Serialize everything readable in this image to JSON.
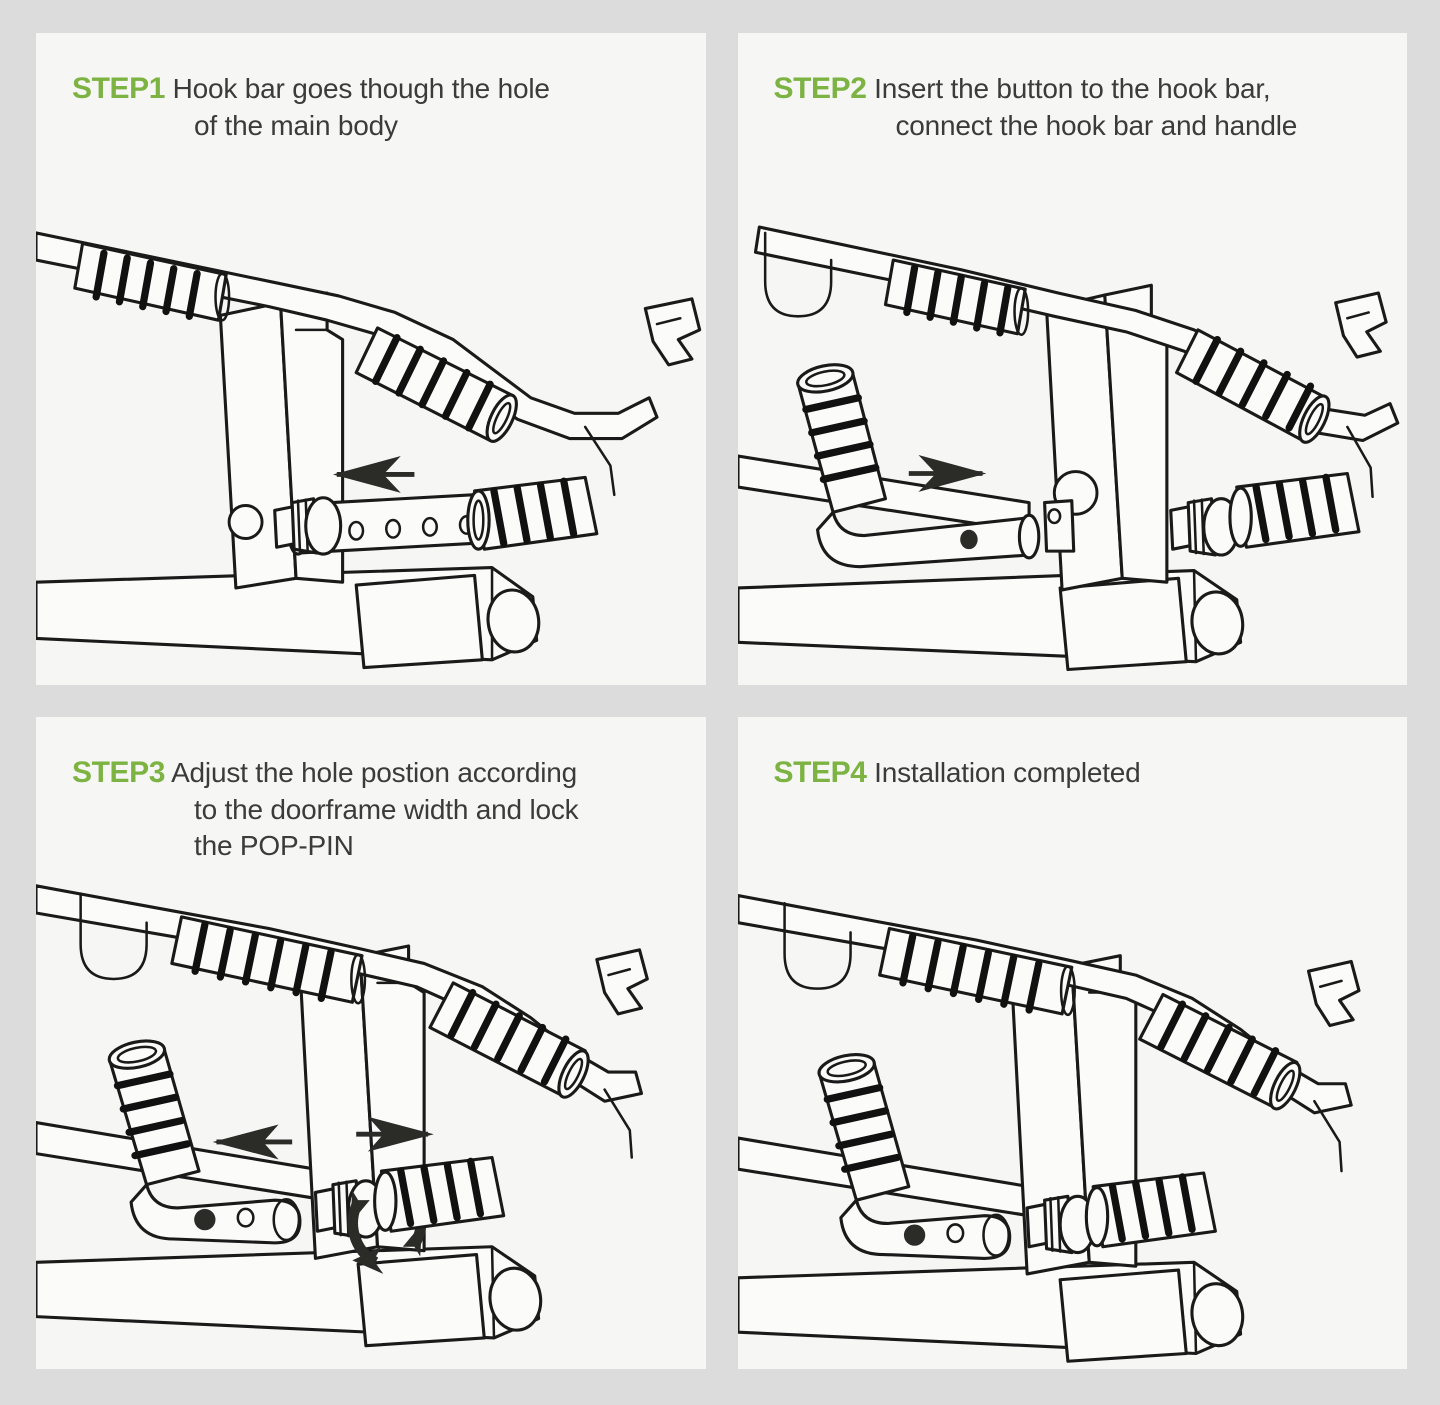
{
  "document": {
    "title": "Pull-Up Bar Installation Steps",
    "background_color": "#dcdcdc",
    "panel_color": "#f6f6f4",
    "accent_color": "#7cb342",
    "text_color": "#3b3b3b",
    "line_color": "#1a1a1a"
  },
  "panels": [
    {
      "id": "step-1",
      "tag": "STEP1",
      "lines": [
        "Hook bar goes though the hole",
        "of the main body"
      ],
      "illustration": {
        "name": "hook-bar-through-hole",
        "arrows": [
          {
            "name": "insert-arrow-left",
            "direction": "left"
          }
        ],
        "parts": [
          "handle-bar",
          "foam-grip-upper-left",
          "foam-grip-upper-right",
          "main-body-bracket",
          "hook-bar",
          "pop-pin-knob",
          "foam-grip-hook-bar",
          "doorframe-hook",
          "lower-support-tube",
          "lower-pad-sleeve"
        ],
        "hook_bar_hole_count": 4
      }
    },
    {
      "id": "step-2",
      "tag": "STEP2",
      "lines": [
        "Insert the button to the hook bar,",
        "connect the hook bar and handle"
      ],
      "illustration": {
        "name": "insert-button-connect-hook-bar",
        "arrows": [
          {
            "name": "insert-arrow-right",
            "direction": "right"
          }
        ],
        "parts": [
          "handle-bar",
          "foam-grip-upper-left",
          "foam-grip-upper-right",
          "left-vertical-foam-post",
          "hook-bar-with-button",
          "spring-button",
          "main-body-bracket",
          "bracket-hole",
          "pop-pin-knob",
          "foam-grip-right",
          "doorframe-hook",
          "lower-support-tube",
          "lower-pad-sleeve"
        ]
      }
    },
    {
      "id": "step-3",
      "tag": "STEP3",
      "lines": [
        "Adjust the hole postion according",
        "to the doorframe width and lock",
        "the POP-PIN"
      ],
      "illustration": {
        "name": "adjust-hole-position-lock-pop-pin",
        "arrows": [
          {
            "name": "slide-arrow-left",
            "direction": "left"
          },
          {
            "name": "slide-arrow-right",
            "direction": "right"
          },
          {
            "name": "rotate-arrow-clockwise",
            "direction": "rotate"
          }
        ],
        "parts": [
          "handle-bar",
          "foam-grip-upper",
          "left-vertical-foam-post",
          "hook-bar-bracket",
          "pop-pin-knob",
          "spring-button",
          "main-body-bracket",
          "doorframe-hook",
          "foam-grip-right",
          "lower-support-tube",
          "lower-pad-sleeve"
        ]
      }
    },
    {
      "id": "step-4",
      "tag": "STEP4",
      "lines": [
        "Installation completed"
      ],
      "illustration": {
        "name": "installation-completed-assembly",
        "arrows": [],
        "parts": [
          "handle-bar",
          "foam-grip-upper",
          "left-vertical-foam-post",
          "hook-bar-bracket",
          "pop-pin-knob",
          "spring-button",
          "main-body-bracket",
          "doorframe-hook",
          "foam-grip-right",
          "lower-support-tube",
          "lower-pad-sleeve"
        ]
      }
    }
  ]
}
